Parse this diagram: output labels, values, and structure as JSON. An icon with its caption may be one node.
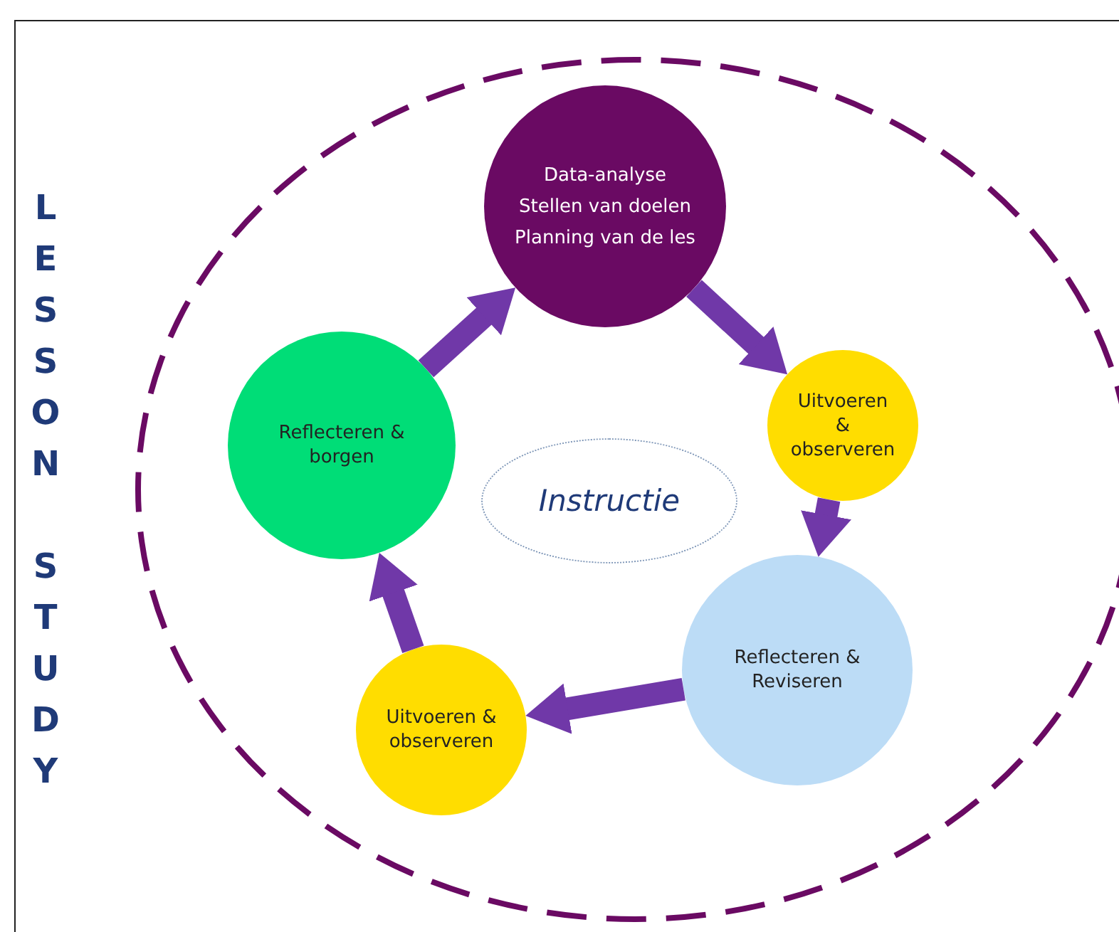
{
  "diagram": {
    "title": "LESSON STUDY",
    "nodes": [
      {
        "text": [],
        "shape": "circle"
      },
      {
        "text": [
          "Data-analyse",
          "Stellen van doelen",
          "Planning van de les"
        ],
        "in": 0
      },
      {
        "text": [
          "Uitvoeren & observeren"
        ],
        "in": 0
      },
      {
        "text": [
          "Reflecteren & Reviseren"
        ],
        "in": 0
      },
      {
        "text": [
          "Uitvoeren & observeren"
        ],
        "in": 0
      },
      {
        "text": [
          "Reflecteren & borgen"
        ],
        "in": 0
      },
      {
        "text": [
          "Instructie"
        ],
        "in": 0
      }
    ],
    "edges": [
      {
        "from": 1,
        "to": 2,
        "arrow": "to"
      },
      {
        "from": 2,
        "to": 3,
        "arrow": "to"
      },
      {
        "from": 3,
        "to": 4,
        "arrow": "to"
      },
      {
        "from": 4,
        "to": 5,
        "arrow": "to"
      },
      {
        "from": 5,
        "to": 1,
        "arrow": "to"
      }
    ]
  }
}
